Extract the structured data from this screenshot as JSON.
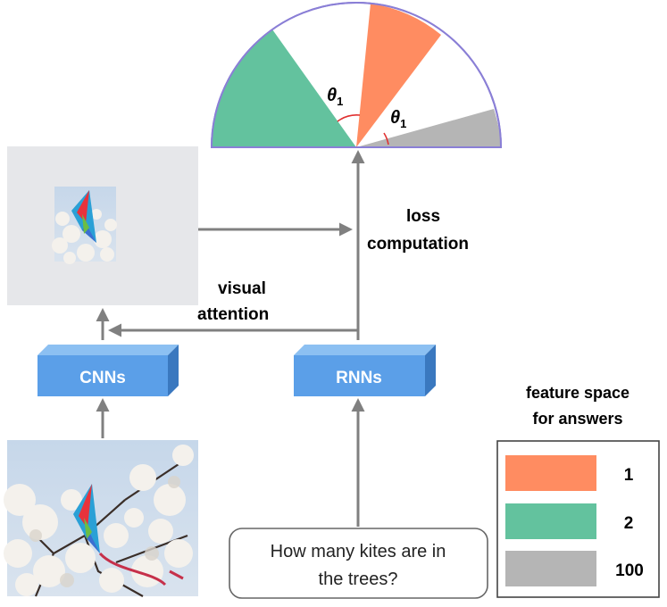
{
  "theta_label": "θ",
  "theta_sub": "1",
  "label_loss_line1": "loss",
  "label_loss_line2": "computation",
  "label_visual_line1": "visual",
  "label_visual_line2": "attention",
  "cnn_label": "CNNs",
  "rnn_label": "RNNs",
  "question_line1": "How many kites are in",
  "question_line2": "the trees?",
  "legend": {
    "title_line1": "feature space",
    "title_line2": "for answers",
    "items": [
      {
        "label": "1",
        "color": "#FF8C61"
      },
      {
        "label": "2",
        "color": "#63C29E"
      },
      {
        "label": "100",
        "color": "#B5B5B5"
      }
    ]
  },
  "colors": {
    "box_blue": "#5B9FE8",
    "box_blue_top": "#8CC0F2",
    "box_blue_side": "#3A78BF",
    "arrow": "#808080",
    "semicircle_outline": "#8A7FD6",
    "angle_arc": "#E03030",
    "attention_panel": "#E6E7EA"
  }
}
